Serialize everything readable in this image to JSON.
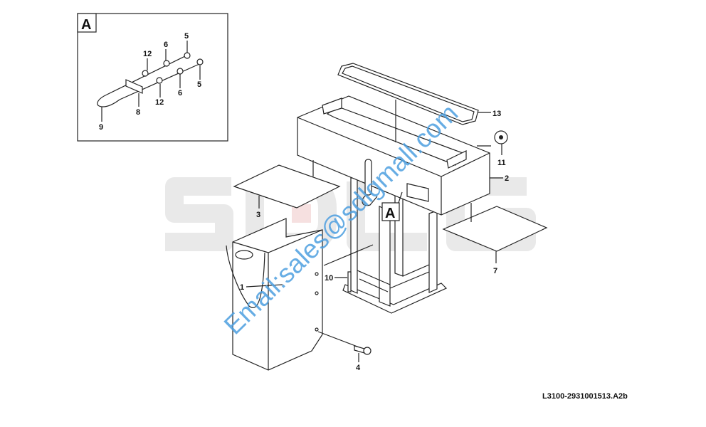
{
  "watermark_logo": "SDLG",
  "watermark_email": "Email:sales@sdlgmall.com",
  "detail_view": {
    "title": "A",
    "labels": {
      "nut_top": "5",
      "washer_top": "6",
      "spacer_top": "12",
      "nut_bottom": "5",
      "washer_bottom": "6",
      "spacer_bottom": "12",
      "plate": "8",
      "u_bolt": "9"
    }
  },
  "main_view": {
    "detail_ref": "A",
    "labels": {
      "lid": "13",
      "grommet": "11",
      "box": "2",
      "plate_left": "3",
      "plate_right": "7",
      "bolt_small": "10",
      "panel": "1",
      "bolt": "4"
    }
  },
  "drawing_code": "L3100-2931001513.A2b",
  "colors": {
    "watermark_email": "#4d9fe0",
    "logo_gray": "#e9e9e9",
    "logo_red": "#f6e0e0"
  }
}
